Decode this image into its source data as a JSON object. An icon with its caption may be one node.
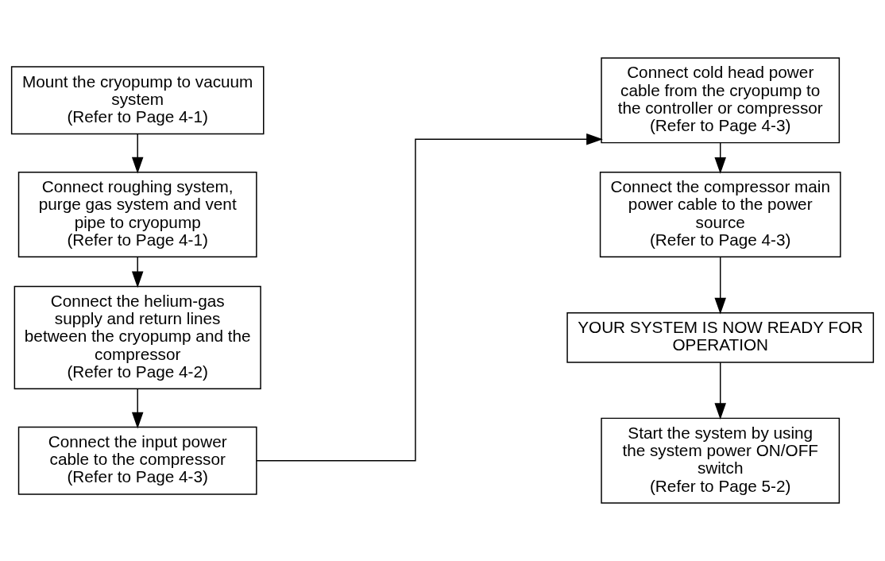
{
  "diagram": {
    "nodes": [
      {
        "text": [
          "Mount the cryopump to vacuum system",
          "(Refer to Page 4-1)"
        ]
      },
      {
        "text": [
          "Connect roughing system, purge gas system and vent pipe to cryopump",
          "(Refer to Page 4-1)"
        ]
      },
      {
        "text": [
          "Connect the helium-gas supply and return lines between the cryopump and the compressor",
          "(Refer to Page 4-2)"
        ]
      },
      {
        "text": [
          "Connect the input power cable to the compressor",
          "(Refer to Page 4-3)"
        ]
      },
      {
        "text": [
          "Connect cold head power cable from the cryopump to the controller or compressor",
          "(Refer to Page 4-3)"
        ]
      },
      {
        "text": [
          "Connect the compressor main power cable to the power source",
          "(Refer to Page 4-3)"
        ]
      },
      {
        "text": [
          "YOUR SYSTEM IS NOW READY FOR OPERATION"
        ]
      },
      {
        "text": [
          "Start the system by using the system power ON/OFF switch",
          "(Refer to Page 5-2)"
        ]
      }
    ],
    "edges": [
      {
        "from": 0,
        "to": 1,
        "arrow": "to"
      },
      {
        "from": 1,
        "to": 2,
        "arrow": "to"
      },
      {
        "from": 2,
        "to": 3,
        "arrow": "to"
      },
      {
        "from": 3,
        "to": 4,
        "arrow": "to"
      },
      {
        "from": 4,
        "to": 5,
        "arrow": "to"
      },
      {
        "from": 5,
        "to": 6,
        "arrow": "to"
      },
      {
        "from": 6,
        "to": 7,
        "arrow": "to"
      }
    ]
  }
}
